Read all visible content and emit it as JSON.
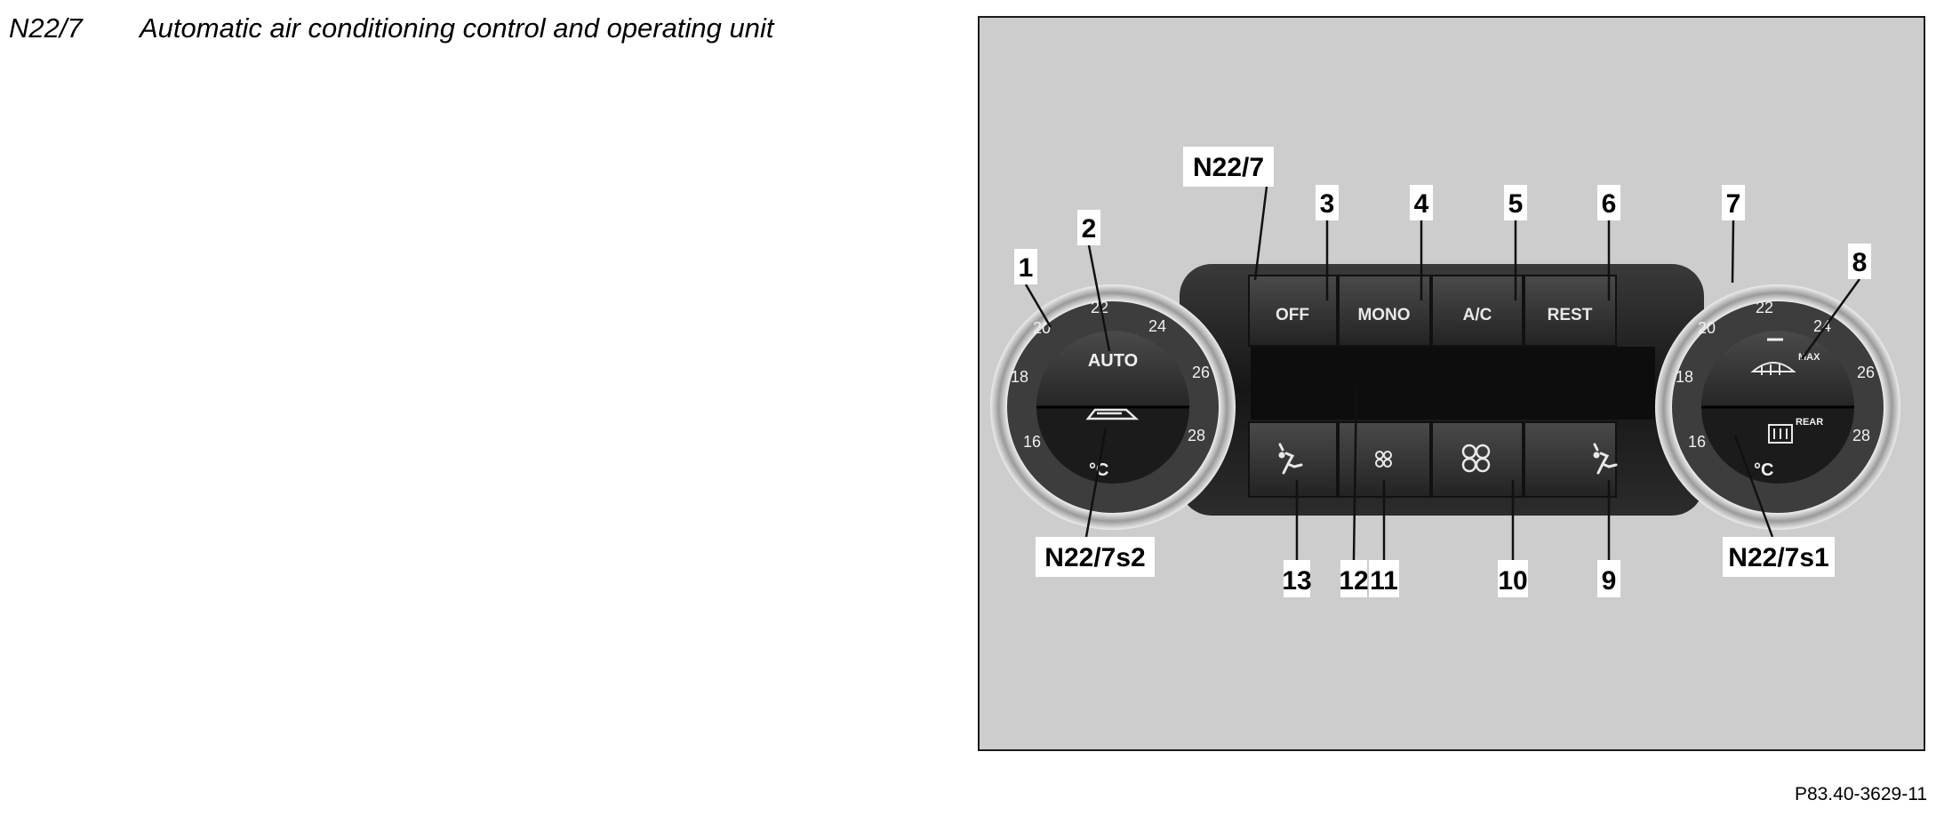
{
  "header": {
    "code": "N22/7",
    "title": "Automatic air conditioning control and operating unit"
  },
  "figure": {
    "reference": "P83.40-3629-11",
    "callouts": {
      "c1": "1",
      "c2": "2",
      "c3": "3",
      "c4": "4",
      "c5": "5",
      "c6": "6",
      "c7": "7",
      "c8": "8",
      "c9": "9",
      "c10": "10",
      "c11": "11",
      "c12": "12",
      "c13": "13",
      "unit": "N22/7",
      "s2": "N22/7s2",
      "s1": "N22/7s1"
    },
    "buttons": {
      "off": "OFF",
      "mono": "MONO",
      "ac": "A/C",
      "rest": "REST"
    },
    "left_knob": {
      "auto": "AUTO",
      "unit": "°C",
      "scale": {
        "t16": "16",
        "t18": "18",
        "t20": "20",
        "t22": "22",
        "t24": "24",
        "t26": "26",
        "t28": "28"
      }
    },
    "right_knob": {
      "max": "MAX",
      "rear": "REAR",
      "unit": "°C",
      "scale": {
        "t16": "16",
        "t18": "18",
        "t20": "20",
        "t22": "22",
        "t24": "24",
        "t26": "26",
        "t28": "28"
      }
    }
  }
}
